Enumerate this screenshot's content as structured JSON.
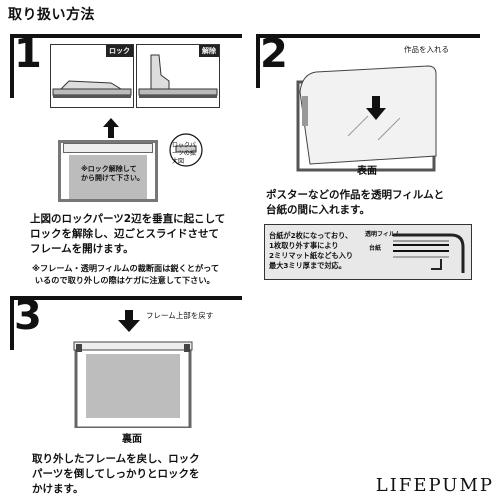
{
  "page": {
    "title": "取り扱い方法",
    "brand": "LIFEPUMP"
  },
  "step1": {
    "number": "1",
    "label_lock": "ロック",
    "label_release": "解除",
    "callout": "ロックパーツの拡大図",
    "inner_note": "※ロック解除して\nから開けて下さい。",
    "body": "上図のロックパーツ2辺を垂直に起こして\nロックを解除し、辺ごとスライドさせて\nフレームを開けます。",
    "note": "※フレーム・透明フィルムの裁断面は鋭くとがって\n いるので取り外しの際はケガに注意して下さい。"
  },
  "step2": {
    "number": "2",
    "insert_label": "作品を入れる",
    "surface_label": "表面",
    "body": "ポスターなどの作品を透明フィルムと\n台紙の間に入れます。",
    "diagram_text": "台紙が2枚になっており、\n1枚取り外す事により\n2ミリマット紙なども入り\n最大3ミリ厚まで対応。",
    "film_label": "透明フィルム",
    "board_label": "台紙"
  },
  "step3": {
    "number": "3",
    "return_label": "フレーム上部を戻す",
    "back_label": "裏面",
    "body": "取り外したフレームを戻し、ロック\nパーツを倒してしっかりとロックを\nかけます。"
  },
  "colors": {
    "ink": "#111111",
    "frame_gray": "#bcbcbc",
    "label_bg": "#222222"
  }
}
